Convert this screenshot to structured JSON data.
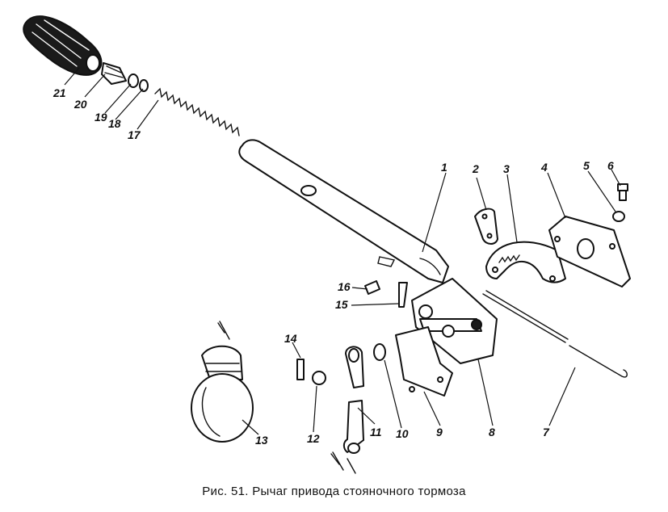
{
  "caption": "Рис. 51. Рычаг привода стояночного тормоза",
  "labels": [
    "1",
    "2",
    "3",
    "4",
    "5",
    "6",
    "7",
    "8",
    "9",
    "10",
    "11",
    "12",
    "13",
    "14",
    "15",
    "16",
    "17",
    "18",
    "19",
    "20",
    "21"
  ]
}
